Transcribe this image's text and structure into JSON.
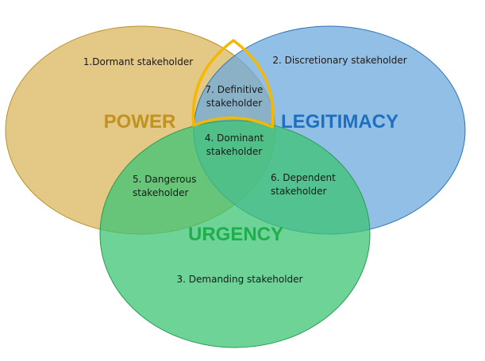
{
  "sets": {
    "power": {
      "label": "POWER",
      "color": "#c09320"
    },
    "legitimacy": {
      "label": "LEGITIMACY",
      "color": "#1f6fc0"
    },
    "urgency": {
      "label": "URGENCY",
      "color": "#1fae4e"
    }
  },
  "regions": {
    "dormant": "1.Dormant stakeholder",
    "discretionary": "2. Discretionary stakeholder",
    "demanding": "3. Demanding stakeholder",
    "dominant": [
      "4. Dominant",
      "stakeholder"
    ],
    "dangerous": [
      "5. Dangerous",
      "stakeholder"
    ],
    "dependent": [
      "6. Dependent",
      "stakeholder"
    ],
    "definitive": [
      "7. Definitive",
      "stakeholder"
    ]
  },
  "highlight_color": "#f5b800"
}
